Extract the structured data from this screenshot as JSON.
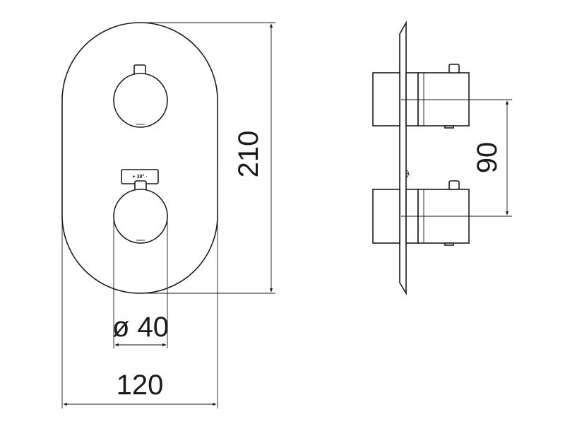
{
  "front_view": {
    "height_dimension": "210",
    "width_dimension": "120",
    "knob_diameter_dimension": "ø 40",
    "temperature_label": "+ 38° -"
  },
  "side_view": {
    "spacing_dimension": "90"
  }
}
